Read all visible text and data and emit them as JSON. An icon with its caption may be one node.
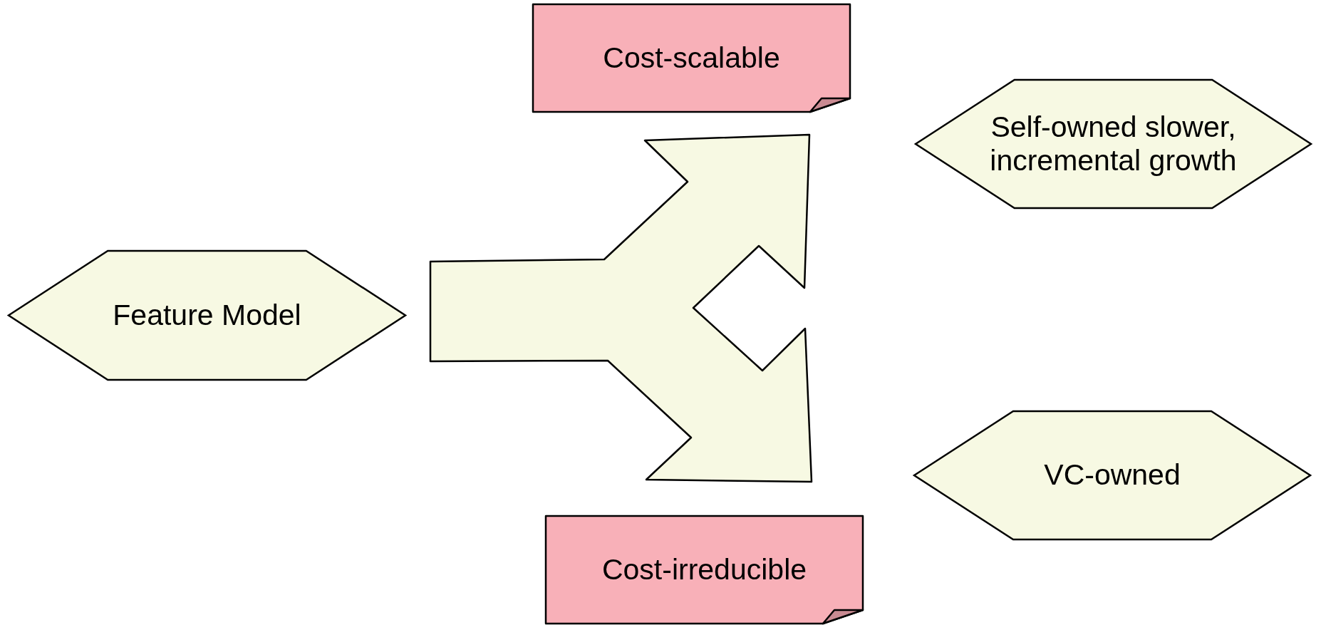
{
  "diagram": {
    "nodes": [
      {
        "text": [
          "Feature Model"
        ]
      },
      {
        "text": [
          "Cost-scalable"
        ]
      },
      {
        "text": [
          "Self-owned slower, incremental growth"
        ]
      },
      {
        "text": [
          "VC-owned"
        ]
      },
      {
        "text": [
          "Cost-irreducible"
        ]
      }
    ],
    "edges": [
      {
        "from": 0,
        "to": 2,
        "arrow": "to"
      },
      {
        "from": 0,
        "to": 3,
        "arrow": "to"
      }
    ]
  }
}
